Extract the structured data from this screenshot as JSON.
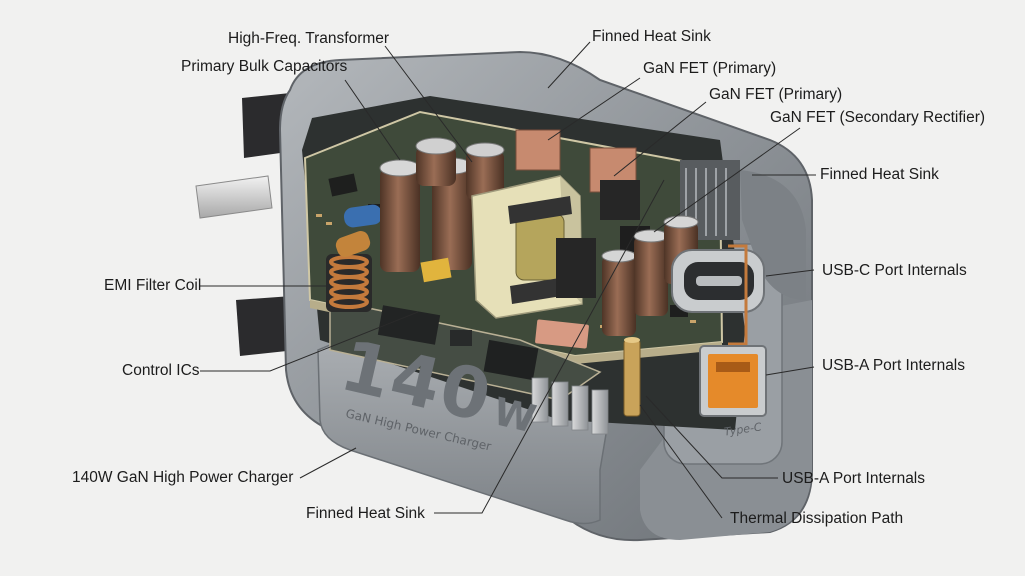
{
  "product": {
    "wattage_number": "140",
    "wattage_unit": "W",
    "subtitle": "GaN High Power Charger",
    "port_mark": "Type-C"
  },
  "callouts": {
    "transformer": "High-Freq. Transformer",
    "bulk_caps": "Primary Bulk Capacitors",
    "heatsink_top": "Finned Heat Sink",
    "gan_primary_1": "GaN FET (Primary)",
    "gan_primary_2": "GaN FET (Primary)",
    "gan_secondary": "GaN FET (Secondary Rectifier)",
    "heatsink_right": "Finned Heat Sink",
    "usbc": "USB-C Port Internals",
    "usba_1": "USB-A Port Internals",
    "emi": "EMI Filter Coil",
    "control_ics": "Control ICs",
    "charger": "140W GaN High Power Charger",
    "heatsink_bottom": "Finned Heat Sink",
    "usba_2": "USB-A Port Internals",
    "thermal": "Thermal Dissipation Path"
  },
  "colors": {
    "background": "#f1f1f0",
    "housing": "#8c9196",
    "pcb": "#3f4a3a",
    "transformer_tape": "#e6e0b8",
    "copper": "#c47a3c",
    "usb_a_insert": "#e58a2a"
  }
}
